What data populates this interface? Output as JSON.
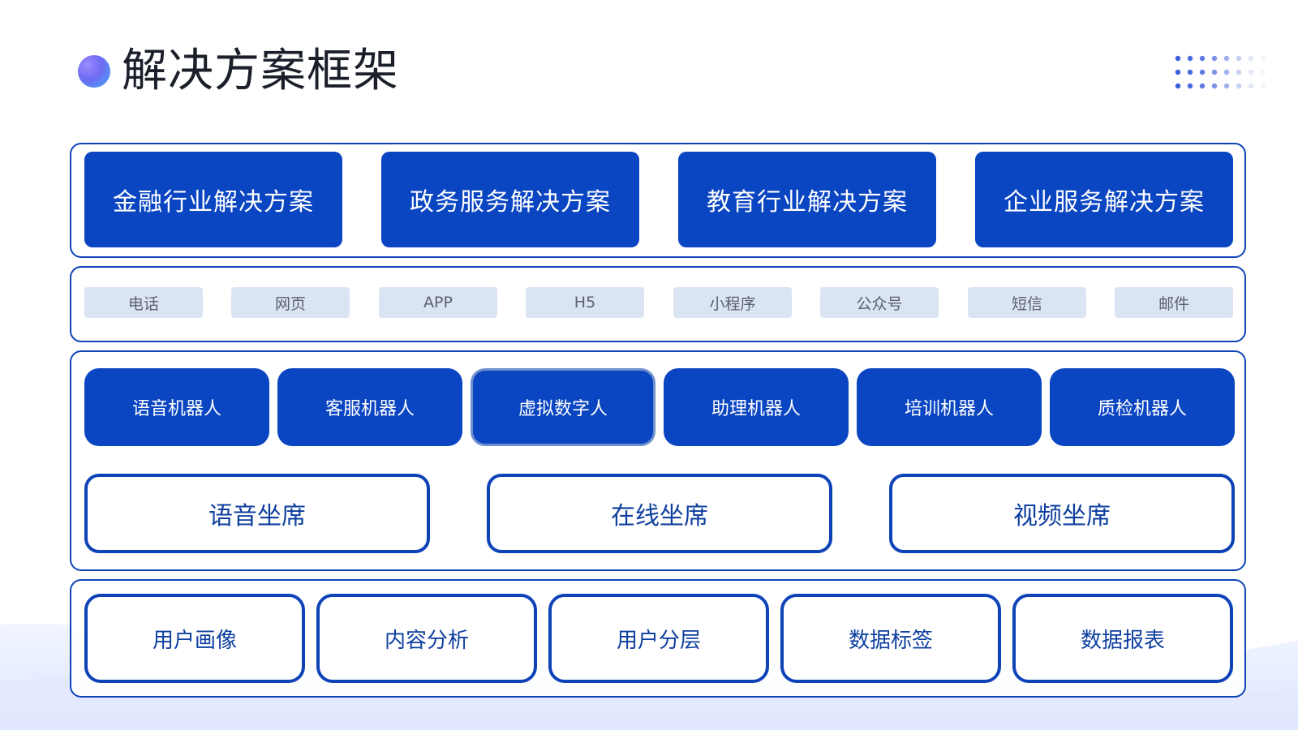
{
  "header": {
    "title": "解决方案框架"
  },
  "solutions": [
    "金融行业解决方案",
    "政务服务解决方案",
    "教育行业解决方案",
    "企业服务解决方案"
  ],
  "channels": [
    "电话",
    "网页",
    "APP",
    "H5",
    "小程序",
    "公众号",
    "短信",
    "邮件"
  ],
  "robots": [
    "语音机器人",
    "客服机器人",
    "虚拟数字人",
    "助理机器人",
    "培训机器人",
    "质检机器人"
  ],
  "seats": [
    "语音坐席",
    "在线坐席",
    "视频坐席"
  ],
  "analysis": [
    "用户画像",
    "内容分析",
    "用户分层",
    "数据标签",
    "数据报表"
  ],
  "colors": {
    "primary": "#0a45c2",
    "border": "#0e43b8",
    "chip_bg": "#dbe4f3",
    "title_text": "#1b1f2a"
  }
}
